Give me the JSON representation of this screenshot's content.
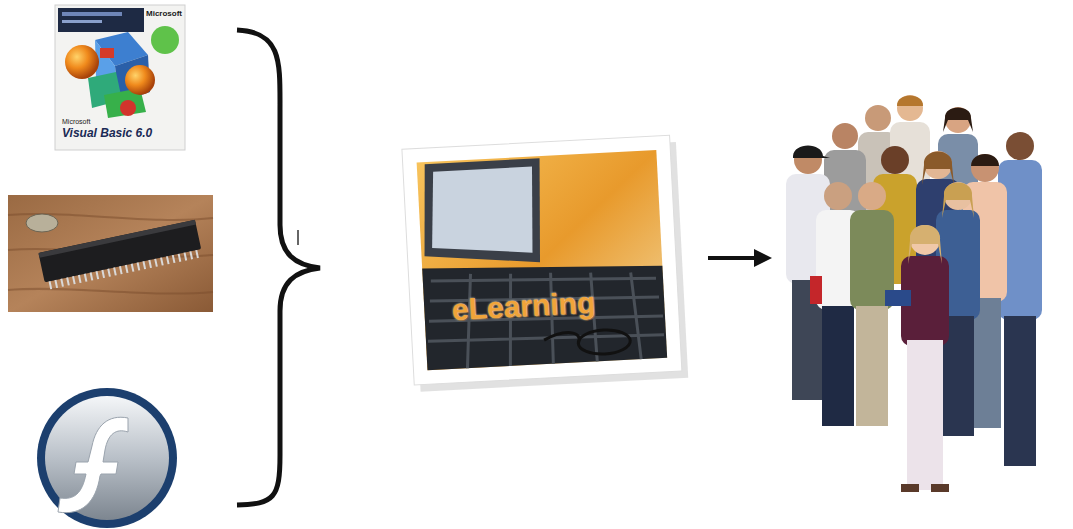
{
  "diagram": {
    "labels": [
      "Microsoft",
      "Microsoft",
      "Visual Basic 6.0",
      "eLearning"
    ]
  }
}
